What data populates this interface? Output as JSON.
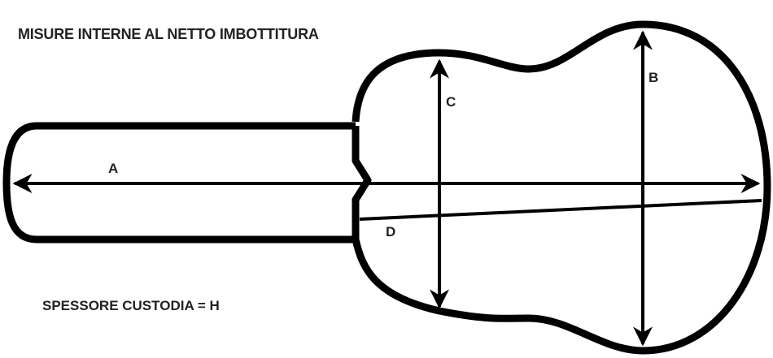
{
  "title": "MISURE  INTERNE AL NETTO IMBOTTITURA",
  "footer_note": "SPESSORE CUSTODIA = H",
  "dimension_labels": {
    "a": "A",
    "b": "B",
    "c": "C",
    "d": "D"
  },
  "colors": {
    "stroke": "#000000",
    "text": "#222222"
  }
}
